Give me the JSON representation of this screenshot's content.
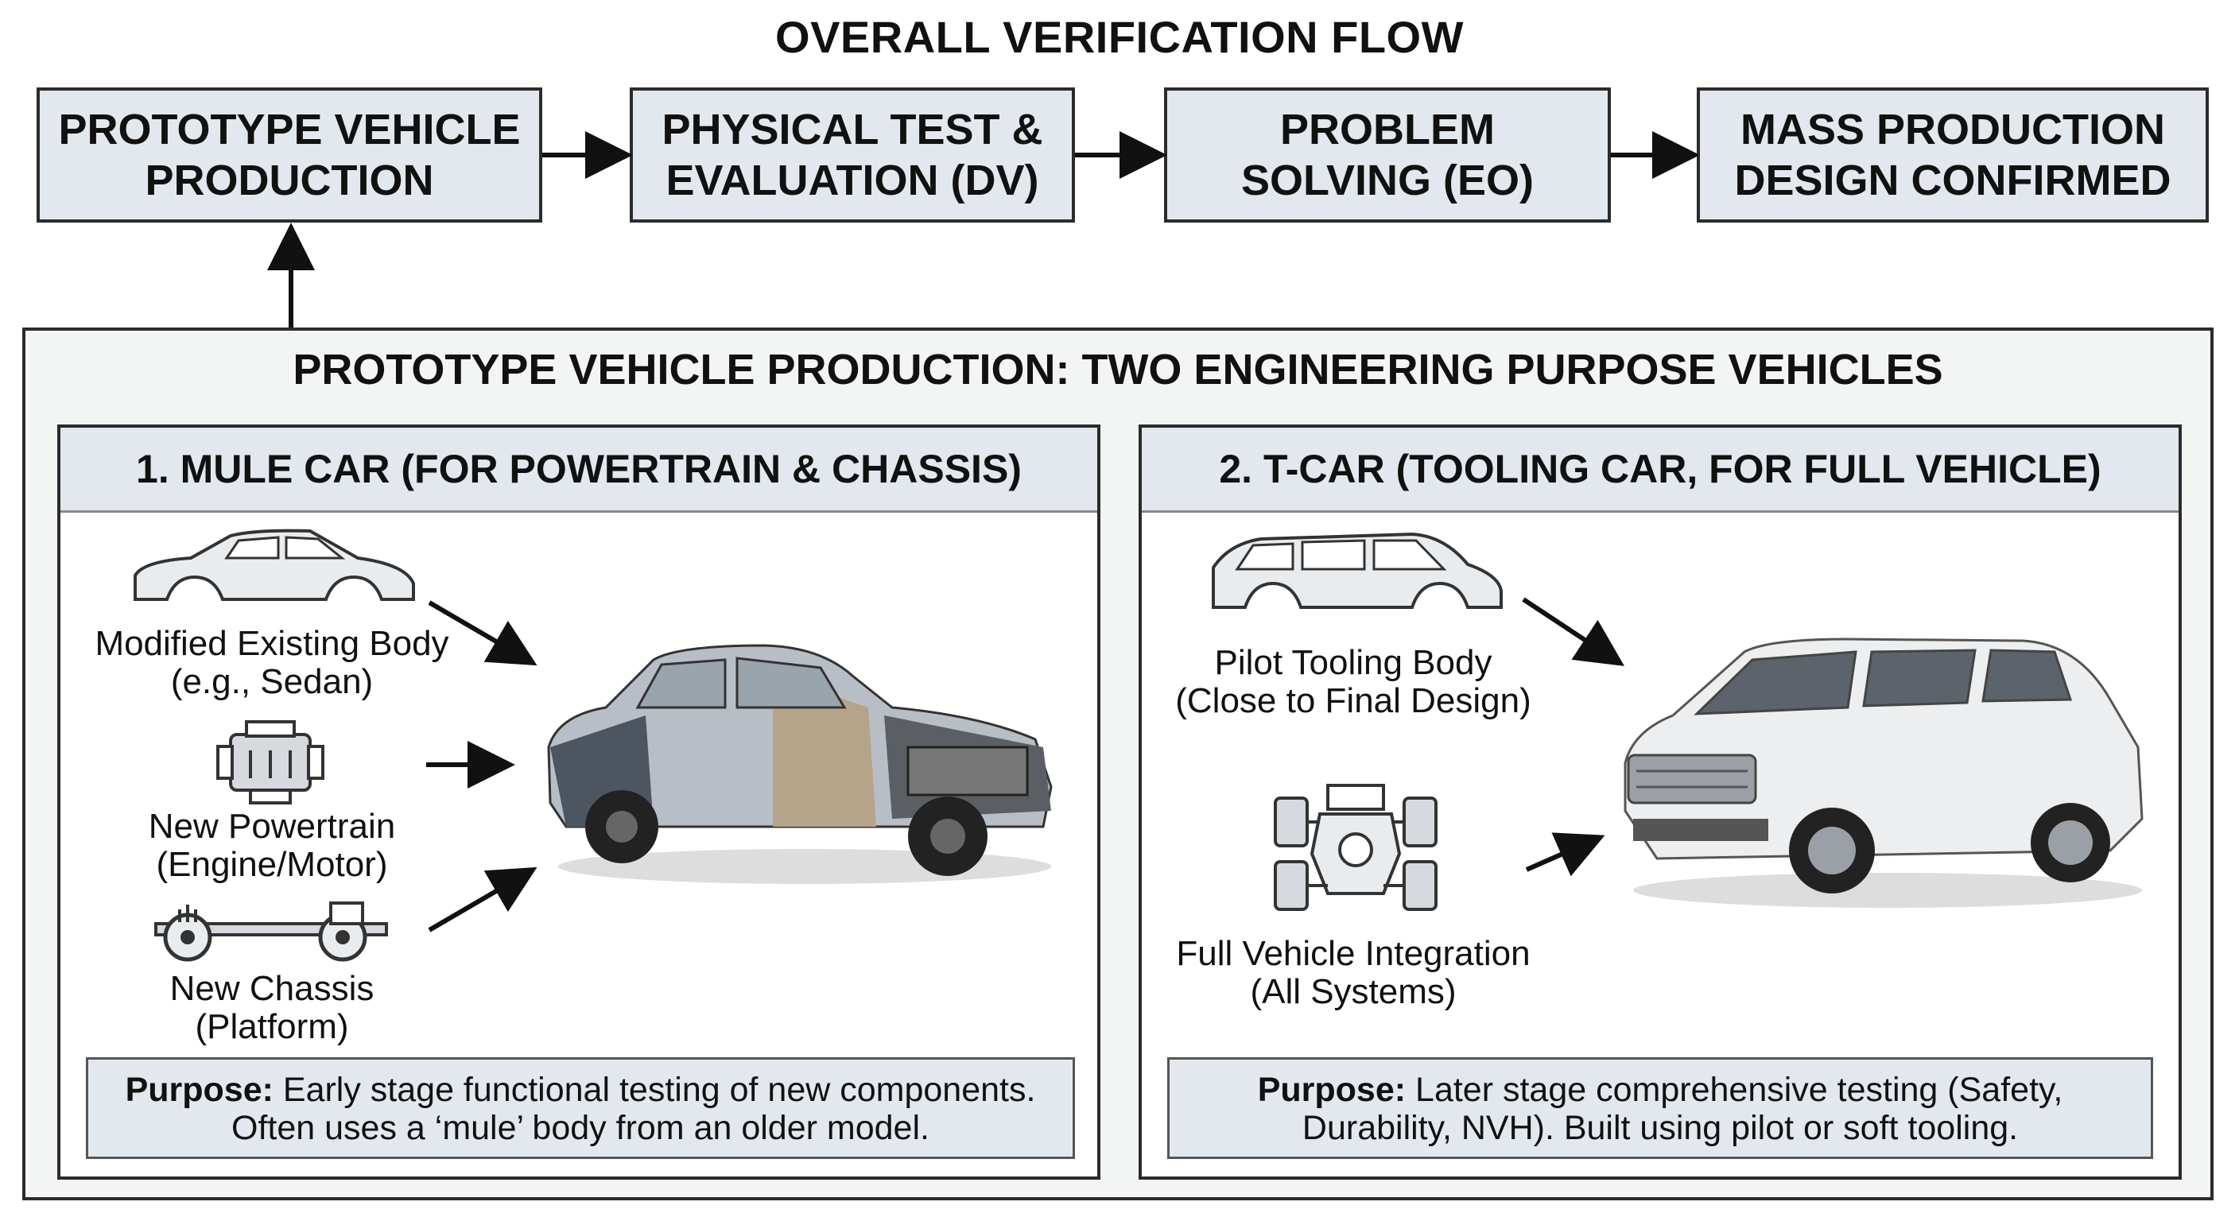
{
  "flow": {
    "title": "OVERALL VERIFICATION FLOW",
    "steps": [
      "PROTOTYPE VEHICLE\nPRODUCTION",
      "PHYSICAL TEST &\nEVALUATION (DV)",
      "PROBLEM\nSOLVING (EO)",
      "MASS PRODUCTION\nDESIGN CONFIRMED"
    ]
  },
  "panel": {
    "title": "PROTOTYPE VEHICLE PRODUCTION: TWO ENGINEERING PURPOSE VEHICLES",
    "mule": {
      "heading": "1. MULE CAR (FOR POWERTRAIN & CHASSIS)",
      "inputs": [
        {
          "label": "Modified Existing Body\n(e.g., Sedan)",
          "icon": "sedan-body-icon"
        },
        {
          "label": "New Powertrain\n(Engine/Motor)",
          "icon": "engine-icon"
        },
        {
          "label": "New Chassis\n(Platform)",
          "icon": "chassis-icon"
        }
      ],
      "purpose_label": "Purpose:",
      "purpose_text": " Early stage functional testing of new components.\nOften uses a ‘mule’ body from an older model."
    },
    "tcar": {
      "heading": "2. T-CAR (TOOLING CAR, FOR FULL VEHICLE)",
      "inputs": [
        {
          "label": "Pilot Tooling Body\n(Close to Final Design)",
          "icon": "suv-body-icon"
        },
        {
          "label": "Full Vehicle Integration\n(All Systems)",
          "icon": "vehicle-integration-icon"
        }
      ],
      "purpose_label": "Purpose:",
      "purpose_text": " Later stage comprehensive testing (Safety,\nDurability, NVH). Built using pilot or soft tooling."
    }
  },
  "colors": {
    "box_fill": "#e3e8ee",
    "border": "#2b2b2b",
    "panel_bg": "#f3f4f4"
  }
}
